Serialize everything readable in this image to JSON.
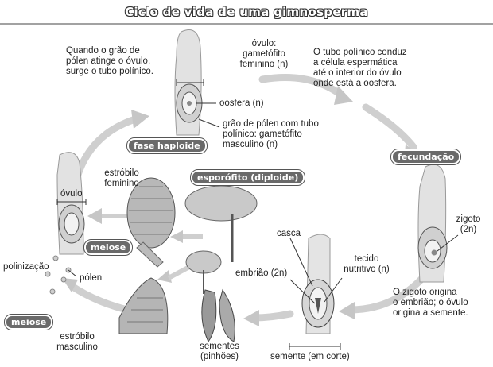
{
  "title": "Ciclo de vida de uma gimnosperma",
  "tags": {
    "fase_haploide": "fase haploide",
    "fecundacao": "fecundação",
    "esporofito": "esporófito (diploide)",
    "meiose_1": "meiose",
    "meiose_2": "meiose"
  },
  "labels": {
    "tubo_polinico_intro": [
      "Quando o grão de",
      "pólen atinge o óvulo,",
      "surge o tubo polínico."
    ],
    "ovulo_gametofito": [
      "óvulo:",
      "gametófito",
      "feminino (n)"
    ],
    "tubo_conduz": [
      "O tubo polínico conduz",
      "a célula espermática",
      "até o interior do óvulo",
      "onde está a oosfera."
    ],
    "oosfera": "oosfera (n)",
    "grao_polen": [
      "grão de pólen com tubo",
      "polínico: gametófito",
      "masculino (n)"
    ],
    "estrobilo_feminino": [
      "estróbilo",
      "feminino"
    ],
    "ovulo": "óvulo",
    "zigoto": [
      "zigoto",
      "(2n)"
    ],
    "casca": "casca",
    "tecido_nutritivo": [
      "tecido",
      "nutritivo (n)"
    ],
    "embriao": "embrião (2n)",
    "polinizacao": "polinização",
    "polen": "pólen",
    "zigoto_origina": [
      "O zigoto origina",
      "o embrião; o óvulo",
      "origina a semente."
    ],
    "estrobilo_masculino": [
      "estróbilo",
      "masculino"
    ],
    "sementes": [
      "sementes",
      "(pinhões)"
    ],
    "semente_corte": "semente (em corte)"
  },
  "colors": {
    "arrow": "#c9c9c9",
    "tag_fill": "#6a6a6a",
    "plant": "#bdbdbd",
    "line": "#333333"
  }
}
